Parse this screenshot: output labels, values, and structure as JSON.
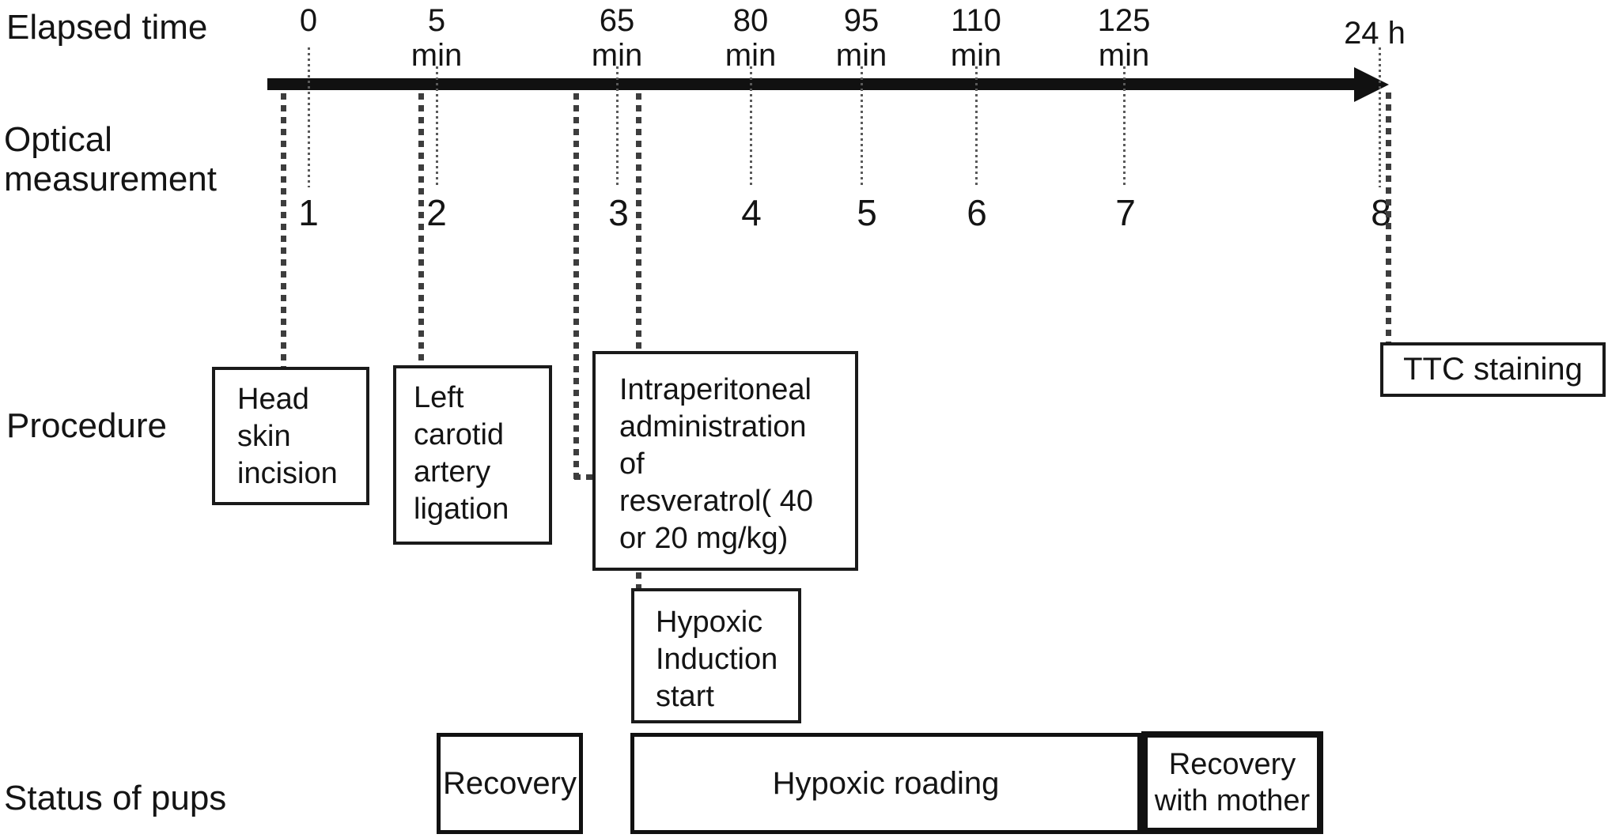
{
  "row_labels": {
    "elapsed_time": "Elapsed time",
    "optical_measurement": "Optical\nmeasurement",
    "procedure": "Procedure",
    "status_of_pups": "Status of pups"
  },
  "timeline": {
    "ticks": [
      {
        "label": "0",
        "measurement": "1"
      },
      {
        "label": "5\nmin",
        "measurement": "2"
      },
      {
        "label": "65\nmin",
        "measurement": "3"
      },
      {
        "label": "80\nmin",
        "measurement": "4"
      },
      {
        "label": "95\nmin",
        "measurement": "5"
      },
      {
        "label": "110\nmin",
        "measurement": "6"
      },
      {
        "label": "125\nmin",
        "measurement": "7"
      },
      {
        "label": "24 h",
        "measurement": "8"
      }
    ]
  },
  "procedures": [
    {
      "label": "Head\nskin\nincision"
    },
    {
      "label": "Left\ncarotid\nartery\nligation"
    },
    {
      "label": "Intraperitoneal\nadministration\nof\nresveratrol( 40\nor 20 mg/kg)"
    },
    {
      "label": "Hypoxic\nInduction\nstart"
    },
    {
      "label": "TTC staining"
    }
  ],
  "status_bars": [
    {
      "label": "Recovery"
    },
    {
      "label": "Hypoxic roading"
    },
    {
      "label": "Recovery\nwith mother"
    }
  ],
  "colors": {
    "ink": "#141414",
    "box_border": "#1a1a1a",
    "dash_line": "#3d3d3d",
    "dot_line": "#5a5a5a",
    "background": "#ffffff"
  }
}
